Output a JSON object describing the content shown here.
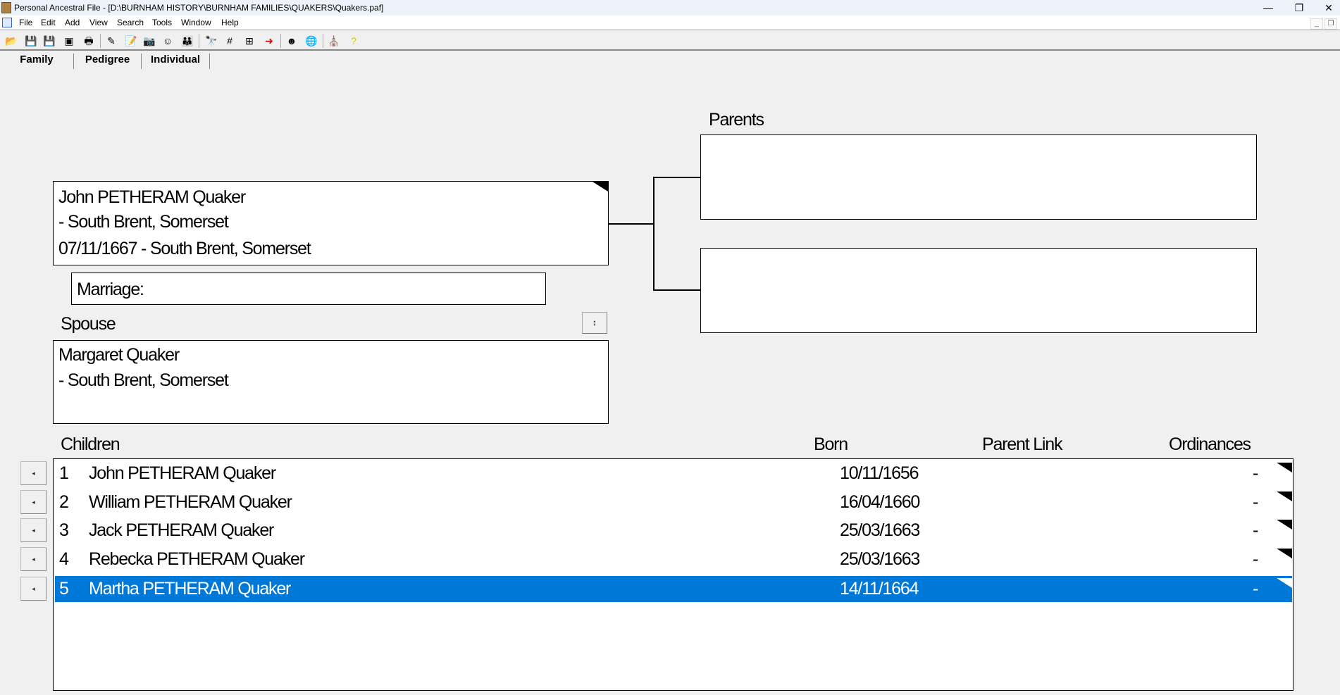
{
  "window": {
    "title": "Personal Ancestral File - [D:\\BURNHAM HISTORY\\BURNHAM FAMILIES\\QUAKERS\\Quakers.paf]"
  },
  "menu": [
    "File",
    "Edit",
    "Add",
    "View",
    "Search",
    "Tools",
    "Window",
    "Help"
  ],
  "toolbar": [
    "open-folder-icon",
    "save-icon",
    "save-as-icon",
    "backup-icon",
    "print-icon",
    "edit-individual-icon",
    "notes-icon",
    "camera-icon",
    "add-individual-icon",
    "add-family-icon",
    "find-icon",
    "find-rin-icon",
    "find-family-icon",
    "goto-icon",
    "individual-list-icon",
    "web-search-icon",
    "temple-icon",
    "help-icon"
  ],
  "tabs": [
    "Family",
    "Pedigree",
    "Individual"
  ],
  "primary": {
    "name": "John PETHERAM Quaker",
    "birth": "- South Brent, Somerset",
    "death": "07/11/1667 - South Brent, Somerset"
  },
  "marriage": {
    "label": "Marriage:"
  },
  "spouse": {
    "label": "Spouse",
    "name": "Margaret Quaker",
    "birth": "- South Brent, Somerset"
  },
  "parents": {
    "label": "Parents"
  },
  "children": {
    "label": "Children",
    "col_born": "Born",
    "col_parent_link": "Parent Link",
    "col_ordinances": "Ordinances",
    "rows": [
      {
        "num": "1",
        "name": "John PETHERAM Quaker",
        "born": "10/11/1656",
        "parent_link": "",
        "ordinances": "-"
      },
      {
        "num": "2",
        "name": "William PETHERAM Quaker",
        "born": "16/04/1660",
        "parent_link": "",
        "ordinances": "-"
      },
      {
        "num": "3",
        "name": "Jack PETHERAM Quaker",
        "born": "25/03/1663",
        "parent_link": "",
        "ordinances": "-"
      },
      {
        "num": "4",
        "name": "Rebecka PETHERAM Quaker",
        "born": "25/03/1663",
        "parent_link": "",
        "ordinances": "-"
      },
      {
        "num": "5",
        "name": "Martha PETHERAM Quaker",
        "born": "14/11/1664",
        "parent_link": "",
        "ordinances": "-",
        "selected": true
      }
    ]
  },
  "colors": {
    "selection": "#0078d7"
  }
}
